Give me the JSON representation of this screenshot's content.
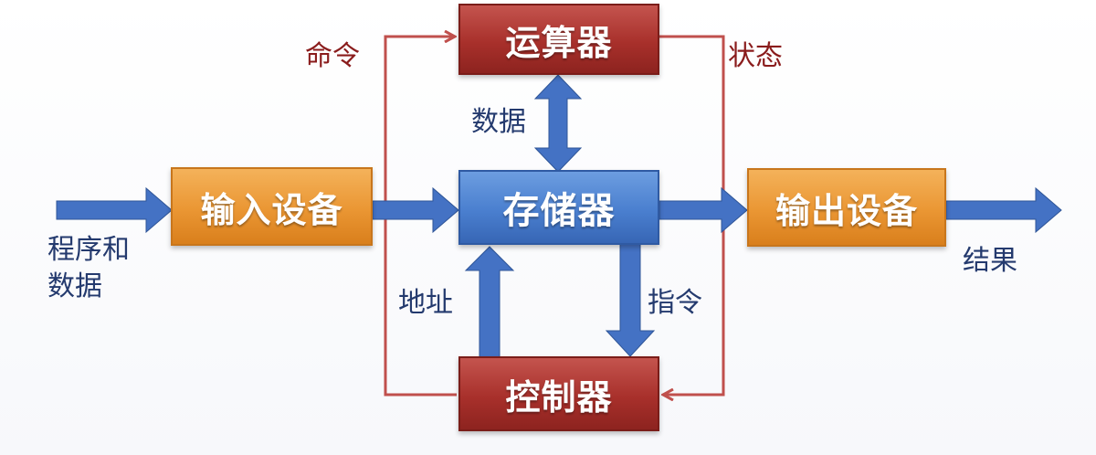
{
  "nodes": {
    "alu": "运算器",
    "input": "输入设备",
    "memory": "存储器",
    "output": "输出设备",
    "control": "控制器"
  },
  "labels": {
    "command": "命令",
    "status": "状态",
    "data_alu": "数据",
    "program_line1": "程序和",
    "program_line2": "数据",
    "address": "地址",
    "instruction": "指令",
    "result": "结果"
  },
  "colors": {
    "control_line": "#c0504d",
    "data_arrow": "#4472c4",
    "alu_control_box": "#a8302b",
    "io_box": "#ea9633",
    "memory_box": "#4a7fcf"
  }
}
